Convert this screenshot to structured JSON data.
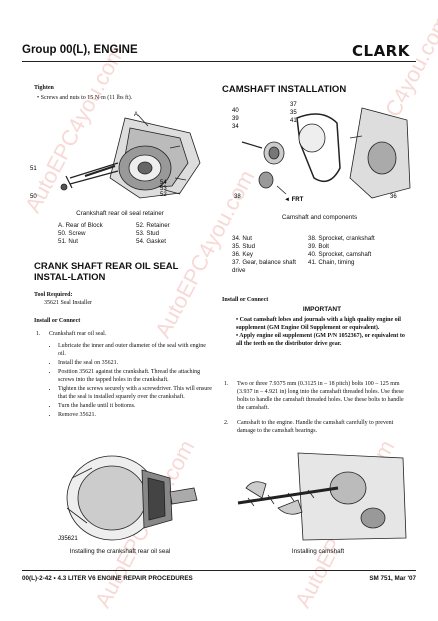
{
  "header": {
    "title": "Group 00(L), ENGINE",
    "logo": "CLARK"
  },
  "left": {
    "tighten": {
      "heading": "Tighten",
      "bullet": "Screws and nuts to 15 N·m (11 lbs ft)."
    },
    "figure1": {
      "callouts": [
        "A",
        "51",
        "50",
        "54",
        "53",
        "52"
      ],
      "caption": "Crankshaft rear oil seal retainer",
      "legend": [
        "A. Rear of Block",
        "52. Retainer",
        "50. Screw",
        "53. Stud",
        "51. Nut",
        "54. Gasket"
      ]
    },
    "section_heading": "CRANK SHAFT REAR OIL SEAL INSTAL-LATION",
    "tool_required": {
      "label": "Tool Required:",
      "item": "35621 Seal Installer"
    },
    "install_heading": "Install or Connect",
    "step1": {
      "num": "1.",
      "text": "Crankshaft rear oil seal.",
      "bullets": [
        "Lubricate the inner and outer diameter of the seal with engine oil.",
        "Install the seal on 35621.",
        "Position 35621 against the crankshaft. Thread the attaching screws into the tapped holes in the crankshaft.",
        "Tighten the screws securely with a screwdriver. This will ensure that the seal is installed squarely over the crankshaft.",
        "Turn the handle until it bottoms.",
        "Remove 35621."
      ]
    },
    "figure2": {
      "tool_label": "J35621",
      "caption": "Installing the crankshaft rear oil seal"
    }
  },
  "right": {
    "camshaft_heading": "CAMSHAFT INSTALLATION",
    "figure3": {
      "callouts": [
        "40",
        "39",
        "34",
        "37",
        "35",
        "41",
        "38",
        "36",
        "FRT"
      ],
      "caption": "Camshaft and components",
      "legend": [
        "34. Nut",
        "38. Sprocket, crankshaft",
        "35. Stud",
        "39. Bolt",
        "36. Key",
        "40. Sprocket, camshaft",
        "37. Gear, balance shaft drive",
        "41. Chain, timing"
      ]
    },
    "install_heading": "Install or Connect",
    "important": {
      "title": "IMPORTANT",
      "bullets": [
        "Coat camshaft lobes and journals with a high quality engine oil supplement (GM Engine Oil Supplement or equivalent).",
        "Apply engine oil supplement (GM P/N 1052367), or equivalent to all the teeth on the distributor drive gear."
      ]
    },
    "steps": [
      {
        "num": "1.",
        "text": "Two or three 7.9375 mm (0.3125 in – 18 pitch) bolts 100 – 125 mm (3.937 in – 4.921 in) long into the camshaft threaded holes. Use these bolts to handle the camshaft threaded holes. Use these bolts to handle the camshaft."
      },
      {
        "num": "2.",
        "text": "Camshaft to the engine. Handle the camshaft carefully to prevent damage to the camshaft bearings."
      }
    ],
    "figure4": {
      "caption": "Installing camshaft"
    }
  },
  "footer": {
    "left": "00(L)-2-42 • 4.3 LITER V6 ENGINE REPAIR PROCEDURES",
    "right": "SM 751, Mar '07"
  },
  "watermark": "AutoEPC4you.com"
}
